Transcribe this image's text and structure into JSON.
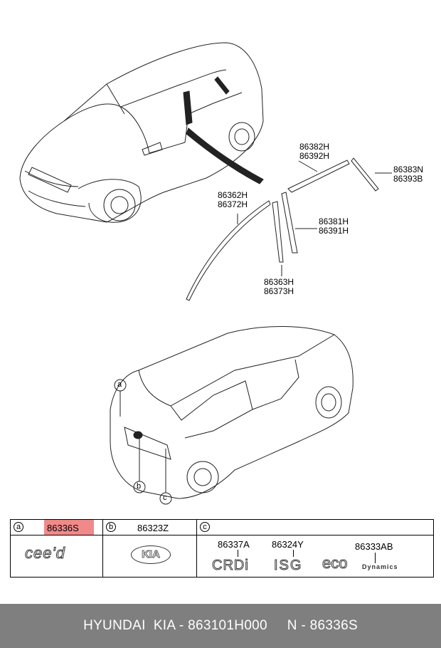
{
  "callouts": {
    "a": "a",
    "b": "b",
    "c": "c"
  },
  "parts": {
    "p1": "86382H",
    "p2": "86392H",
    "p3": "86383N",
    "p4": "86393B",
    "p5": "86362H",
    "p6": "86372H",
    "p7": "86381H",
    "p8": "86391H",
    "p9": "86363H",
    "p10": "86373H"
  },
  "table": {
    "col_a": {
      "circle": "a",
      "part": "86336S",
      "emblem": "cee'd"
    },
    "col_b": {
      "circle": "b",
      "part": "86323Z",
      "emblem": "KIA"
    },
    "col_c": {
      "circle": "c",
      "items": [
        {
          "part": "86337A",
          "emblem": "CRDi"
        },
        {
          "part": "86324Y",
          "emblem": "ISG"
        },
        {
          "part": "86333AB",
          "emblem": "eco",
          "emblem_sub": "Dynamics"
        }
      ]
    }
  },
  "footer": {
    "text": "HYUNDAI  KIA - 863101H000     N - 86336S"
  },
  "colors": {
    "highlight": "#f08a8a",
    "footer_bg": "#7f7f7f"
  }
}
